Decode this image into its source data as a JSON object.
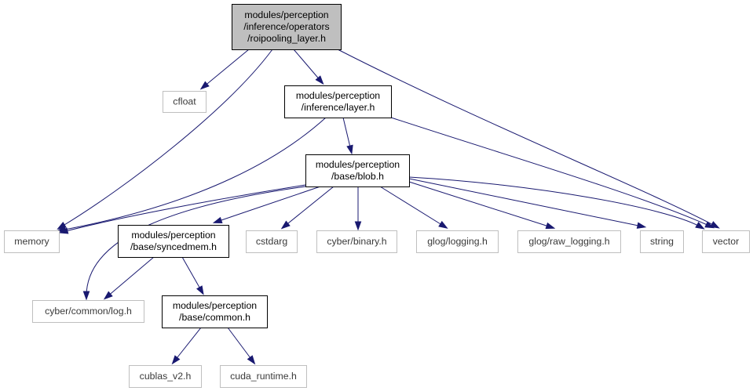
{
  "diagram": {
    "nodes": {
      "roi": {
        "lines": [
          "modules/perception",
          "/inference/operators",
          "/roipooling_layer.h"
        ],
        "kind": "root"
      },
      "cfloat": {
        "lines": [
          "cfloat"
        ],
        "kind": "ext"
      },
      "layer": {
        "lines": [
          "modules/perception",
          "/inference/layer.h"
        ],
        "kind": "local"
      },
      "blob": {
        "lines": [
          "modules/perception",
          "/base/blob.h"
        ],
        "kind": "local"
      },
      "memory": {
        "lines": [
          "memory"
        ],
        "kind": "ext"
      },
      "syncedmem": {
        "lines": [
          "modules/perception",
          "/base/syncedmem.h"
        ],
        "kind": "local"
      },
      "cstdarg": {
        "lines": [
          "cstdarg"
        ],
        "kind": "ext"
      },
      "binary": {
        "lines": [
          "cyber/binary.h"
        ],
        "kind": "ext"
      },
      "logging": {
        "lines": [
          "glog/logging.h"
        ],
        "kind": "ext"
      },
      "rawlogging": {
        "lines": [
          "glog/raw_logging.h"
        ],
        "kind": "ext"
      },
      "string": {
        "lines": [
          "string"
        ],
        "kind": "ext"
      },
      "vector": {
        "lines": [
          "vector"
        ],
        "kind": "ext"
      },
      "log": {
        "lines": [
          "cyber/common/log.h"
        ],
        "kind": "ext"
      },
      "common": {
        "lines": [
          "modules/perception",
          "/base/common.h"
        ],
        "kind": "local"
      },
      "cublas": {
        "lines": [
          "cublas_v2.h"
        ],
        "kind": "ext"
      },
      "cuda": {
        "lines": [
          "cuda_runtime.h"
        ],
        "kind": "ext"
      }
    },
    "edges": [
      [
        "roi",
        "cfloat"
      ],
      [
        "roi",
        "layer"
      ],
      [
        "roi",
        "memory"
      ],
      [
        "roi",
        "vector"
      ],
      [
        "layer",
        "blob"
      ],
      [
        "layer",
        "memory"
      ],
      [
        "layer",
        "vector"
      ],
      [
        "blob",
        "memory"
      ],
      [
        "blob",
        "syncedmem"
      ],
      [
        "blob",
        "cstdarg"
      ],
      [
        "blob",
        "binary"
      ],
      [
        "blob",
        "logging"
      ],
      [
        "blob",
        "rawlogging"
      ],
      [
        "blob",
        "string"
      ],
      [
        "blob",
        "vector"
      ],
      [
        "blob",
        "log"
      ],
      [
        "syncedmem",
        "log"
      ],
      [
        "syncedmem",
        "common"
      ],
      [
        "common",
        "cublas"
      ],
      [
        "common",
        "cuda"
      ]
    ]
  }
}
